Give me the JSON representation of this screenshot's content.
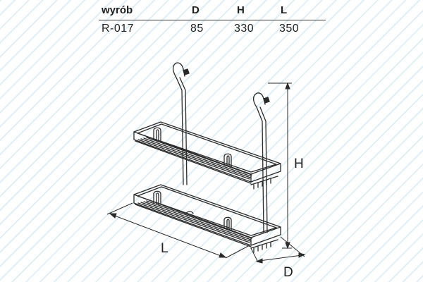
{
  "table": {
    "headers": {
      "product": "wyrób",
      "d": "D",
      "h": "H",
      "l": "L"
    },
    "row": {
      "product": "R-017",
      "d": "85",
      "h": "330",
      "l": "350"
    }
  },
  "drawing": {
    "dim_labels": {
      "height": "H",
      "length": "L",
      "depth": "D"
    }
  }
}
